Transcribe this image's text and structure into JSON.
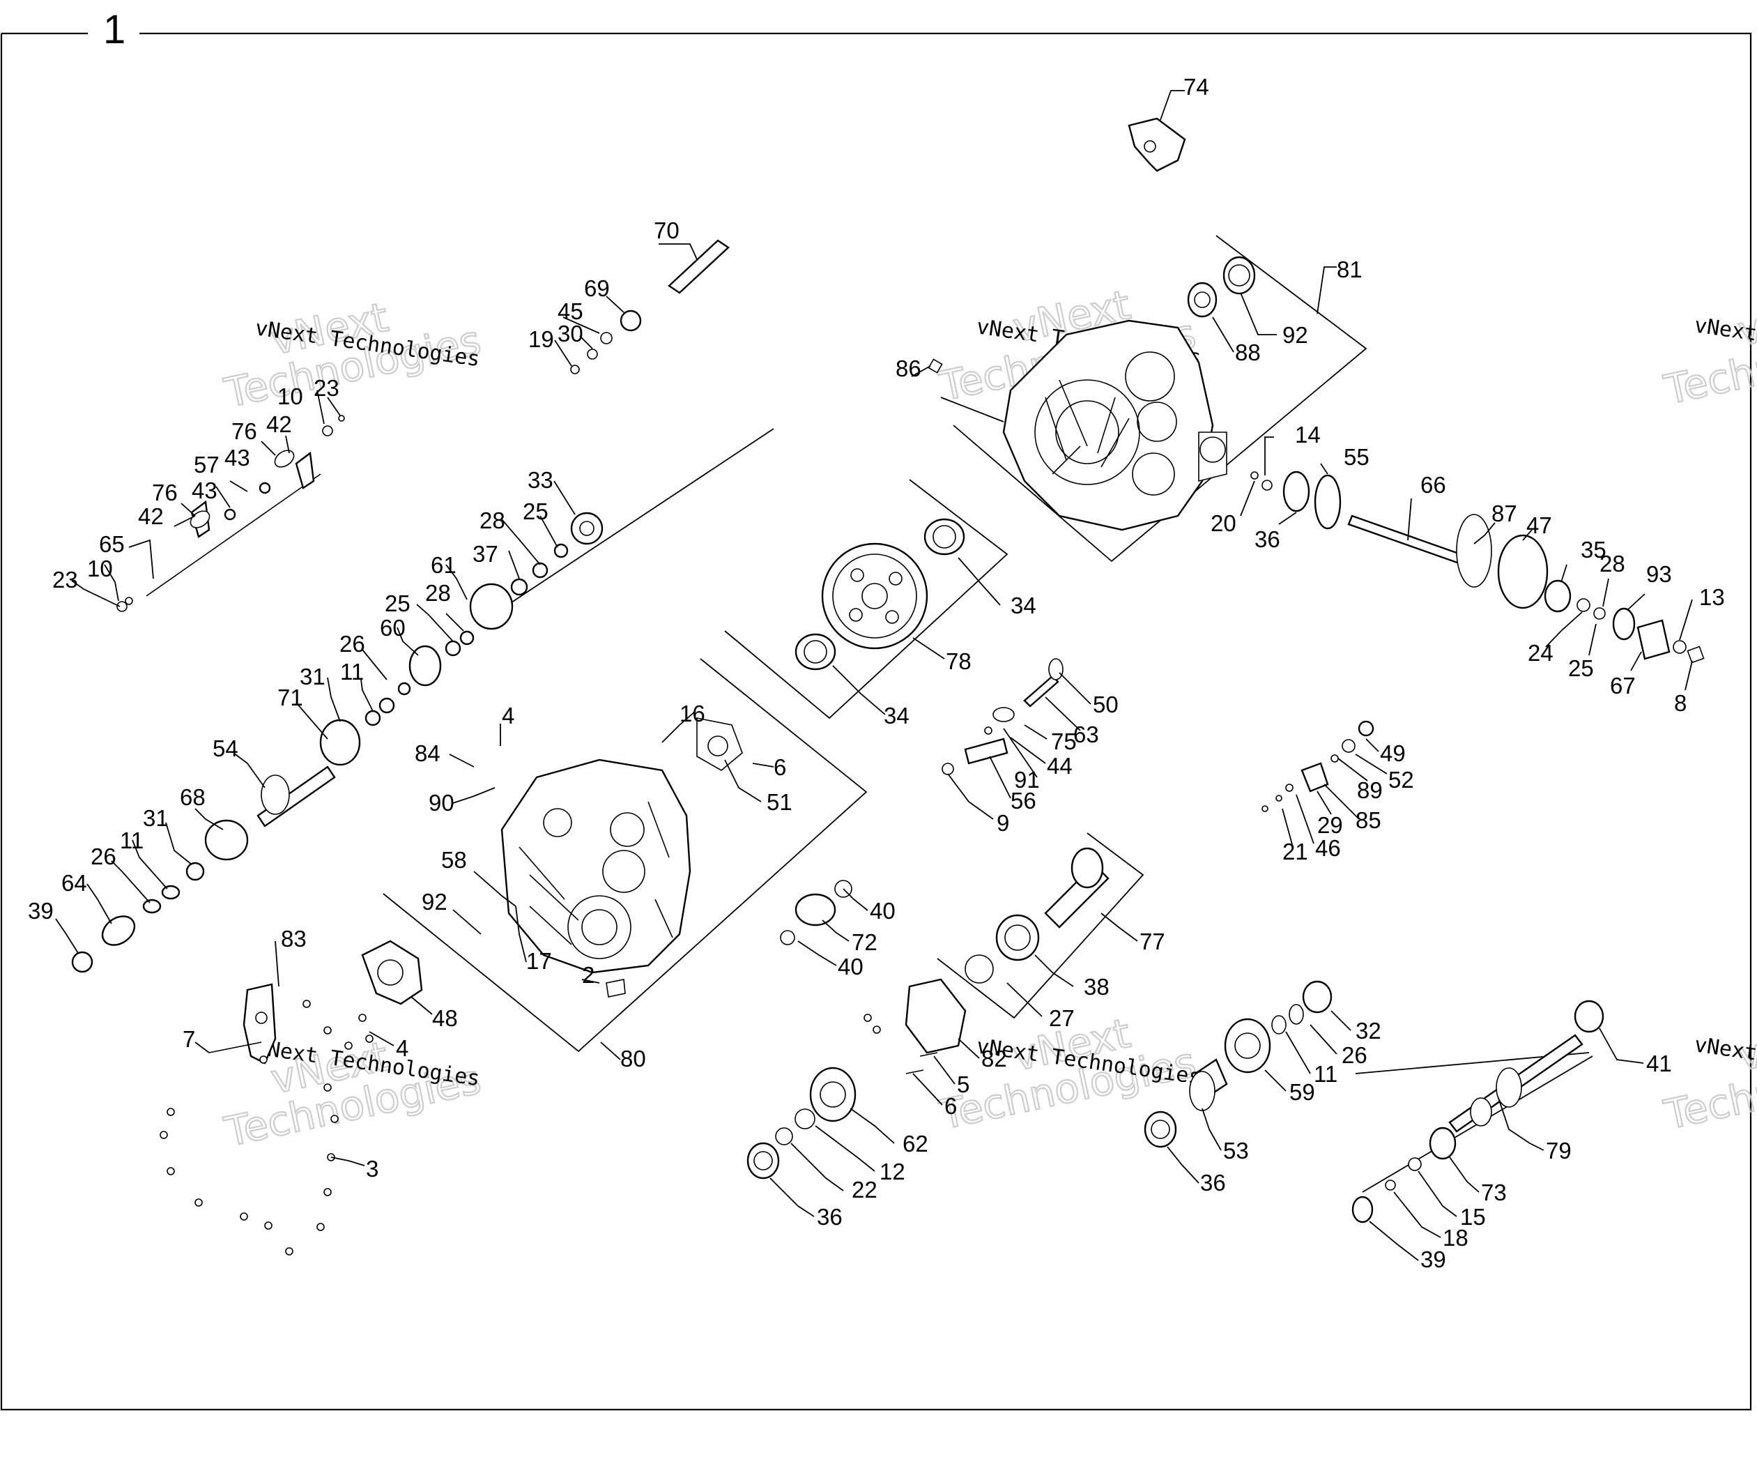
{
  "figure": {
    "number": "1"
  },
  "watermark": {
    "short": "vNext",
    "word": "Technologies",
    "full": "vNext Technologies"
  },
  "callouts": [
    {
      "id": "c74",
      "label": "74"
    },
    {
      "id": "c70",
      "label": "70"
    },
    {
      "id": "c69",
      "label": "69"
    },
    {
      "id": "c45",
      "label": "45"
    },
    {
      "id": "c30",
      "label": "30"
    },
    {
      "id": "c19",
      "label": "19"
    },
    {
      "id": "c81",
      "label": "81"
    },
    {
      "id": "c92a",
      "label": "92"
    },
    {
      "id": "c88",
      "label": "88"
    },
    {
      "id": "c86",
      "label": "86"
    },
    {
      "id": "c14",
      "label": "14"
    },
    {
      "id": "c55",
      "label": "55"
    },
    {
      "id": "c20",
      "label": "20"
    },
    {
      "id": "c36a",
      "label": "36"
    },
    {
      "id": "c66",
      "label": "66"
    },
    {
      "id": "c87",
      "label": "87"
    },
    {
      "id": "c47",
      "label": "47"
    },
    {
      "id": "c35",
      "label": "35"
    },
    {
      "id": "c28a",
      "label": "28"
    },
    {
      "id": "c93",
      "label": "93"
    },
    {
      "id": "c13",
      "label": "13"
    },
    {
      "id": "c24",
      "label": "24"
    },
    {
      "id": "c25a",
      "label": "25"
    },
    {
      "id": "c67",
      "label": "67"
    },
    {
      "id": "c8",
      "label": "8"
    },
    {
      "id": "c10a",
      "label": "10"
    },
    {
      "id": "c23a",
      "label": "23"
    },
    {
      "id": "c76a",
      "label": "76"
    },
    {
      "id": "c42a",
      "label": "42"
    },
    {
      "id": "c57",
      "label": "57"
    },
    {
      "id": "c43a",
      "label": "43"
    },
    {
      "id": "c76b",
      "label": "76"
    },
    {
      "id": "c43b",
      "label": "43"
    },
    {
      "id": "c42b",
      "label": "42"
    },
    {
      "id": "c65",
      "label": "65"
    },
    {
      "id": "c23b",
      "label": "23"
    },
    {
      "id": "c10b",
      "label": "10"
    },
    {
      "id": "c33",
      "label": "33"
    },
    {
      "id": "c28b",
      "label": "28"
    },
    {
      "id": "c25b",
      "label": "25"
    },
    {
      "id": "c37",
      "label": "37"
    },
    {
      "id": "c61",
      "label": "61"
    },
    {
      "id": "c25c",
      "label": "25"
    },
    {
      "id": "c28c",
      "label": "28"
    },
    {
      "id": "c26a",
      "label": "26"
    },
    {
      "id": "c60",
      "label": "60"
    },
    {
      "id": "c31a",
      "label": "31"
    },
    {
      "id": "c11a",
      "label": "11"
    },
    {
      "id": "c71",
      "label": "71"
    },
    {
      "id": "c54",
      "label": "54"
    },
    {
      "id": "c68",
      "label": "68"
    },
    {
      "id": "c31b",
      "label": "31"
    },
    {
      "id": "c11b",
      "label": "11"
    },
    {
      "id": "c26b",
      "label": "26"
    },
    {
      "id": "c64",
      "label": "64"
    },
    {
      "id": "c39a",
      "label": "39"
    },
    {
      "id": "c34a",
      "label": "34"
    },
    {
      "id": "c78",
      "label": "78"
    },
    {
      "id": "c34b",
      "label": "34"
    },
    {
      "id": "c50",
      "label": "50"
    },
    {
      "id": "c63",
      "label": "63"
    },
    {
      "id": "c75",
      "label": "75"
    },
    {
      "id": "c44",
      "label": "44"
    },
    {
      "id": "c91",
      "label": "91"
    },
    {
      "id": "c56",
      "label": "56"
    },
    {
      "id": "c9",
      "label": "9"
    },
    {
      "id": "c49",
      "label": "49"
    },
    {
      "id": "c52",
      "label": "52"
    },
    {
      "id": "c89",
      "label": "89"
    },
    {
      "id": "c29",
      "label": "29"
    },
    {
      "id": "c85",
      "label": "85"
    },
    {
      "id": "c21",
      "label": "21"
    },
    {
      "id": "c46",
      "label": "46"
    },
    {
      "id": "c16",
      "label": "16"
    },
    {
      "id": "c4a",
      "label": "4"
    },
    {
      "id": "c84",
      "label": "84"
    },
    {
      "id": "c6a",
      "label": "6"
    },
    {
      "id": "c90",
      "label": "90"
    },
    {
      "id": "c51",
      "label": "51"
    },
    {
      "id": "c58",
      "label": "58"
    },
    {
      "id": "c92b",
      "label": "92"
    },
    {
      "id": "c17",
      "label": "17"
    },
    {
      "id": "c2",
      "label": "2"
    },
    {
      "id": "c80",
      "label": "80"
    },
    {
      "id": "c83",
      "label": "83"
    },
    {
      "id": "c48",
      "label": "48"
    },
    {
      "id": "c7",
      "label": "7"
    },
    {
      "id": "c4b",
      "label": "4"
    },
    {
      "id": "c3",
      "label": "3"
    },
    {
      "id": "c40a",
      "label": "40"
    },
    {
      "id": "c72",
      "label": "72"
    },
    {
      "id": "c40b",
      "label": "40"
    },
    {
      "id": "c77",
      "label": "77"
    },
    {
      "id": "c38",
      "label": "38"
    },
    {
      "id": "c27",
      "label": "27"
    },
    {
      "id": "c82",
      "label": "82"
    },
    {
      "id": "c5",
      "label": "5"
    },
    {
      "id": "c6b",
      "label": "6"
    },
    {
      "id": "c62",
      "label": "62"
    },
    {
      "id": "c12",
      "label": "12"
    },
    {
      "id": "c22",
      "label": "22"
    },
    {
      "id": "c36b",
      "label": "36"
    },
    {
      "id": "c32",
      "label": "32"
    },
    {
      "id": "c26c",
      "label": "26"
    },
    {
      "id": "c11c",
      "label": "11"
    },
    {
      "id": "c59",
      "label": "59"
    },
    {
      "id": "c53",
      "label": "53"
    },
    {
      "id": "c36c",
      "label": "36"
    },
    {
      "id": "c41",
      "label": "41"
    },
    {
      "id": "c79",
      "label": "79"
    },
    {
      "id": "c73",
      "label": "73"
    },
    {
      "id": "c15",
      "label": "15"
    },
    {
      "id": "c18",
      "label": "18"
    },
    {
      "id": "c39b",
      "label": "39"
    }
  ]
}
